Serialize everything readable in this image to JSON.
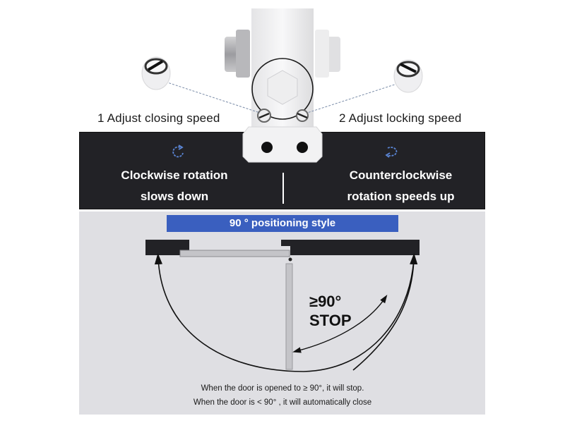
{
  "labels": {
    "adjust_closing": "1 Adjust closing speed",
    "adjust_locking": "2 Adjust locking speed"
  },
  "band": {
    "left": {
      "icon": "clockwise-arrow-icon",
      "line1": "Clockwise rotation",
      "line2": "slows down"
    },
    "right": {
      "icon": "counterclockwise-arrow-icon",
      "line1": "Counterclockwise",
      "line2": "rotation speeds up"
    }
  },
  "diagram": {
    "banner": "90 ° positioning style",
    "angle_label": "≥90°",
    "stop_label": "STOP"
  },
  "footer": {
    "line1": "When the door is opened to ≥ 90°, it will stop.",
    "line2": "When the door is < 90° , it will automatically close"
  },
  "colors": {
    "band_bg": "#222226",
    "panel_bg": "#dfdfe3",
    "banner_blue": "#3a5fbf",
    "icon_blue": "#5b86d6",
    "door_gray": "#c4c4c8"
  }
}
